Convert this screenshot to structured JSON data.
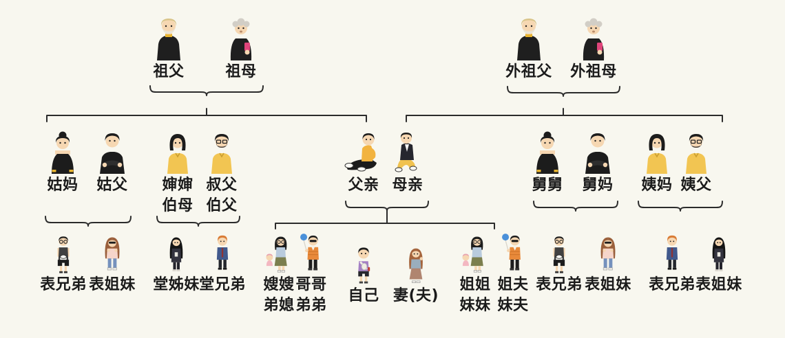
{
  "diagram": "chinese-family-relations-tree",
  "palette": {
    "background": "#f8f7ef",
    "line": "#2b2b2b",
    "text": "#1b1b1b",
    "skin": "#f6d7b2",
    "shirt_yellow": "#f2c552",
    "sweater_black": "#1f1f1f",
    "polo_orange": "#e8893a",
    "phone_pink": "#e0457b",
    "balloon_blue": "#4a90d9",
    "jeans_blue": "#7591bd",
    "hair_orange": "#d97b35",
    "hair_brown": "#9a5f3b"
  },
  "generations": {
    "grandparents": [
      {
        "label": "祖父",
        "icon": "grandfather-icon"
      },
      {
        "label": "祖母",
        "icon": "grandmother-icon"
      },
      {
        "label": "外祖父",
        "icon": "grandfather-icon"
      },
      {
        "label": "外祖母",
        "icon": "grandmother-icon"
      }
    ],
    "parents": [
      {
        "label": "姑妈",
        "icon": "woman-bun-icon"
      },
      {
        "label": "姑父",
        "icon": "man-crossed-arms-icon"
      },
      {
        "label": "婶婶\n伯母",
        "icon": "woman-bob-yellow-icon"
      },
      {
        "label": "叔父\n伯父",
        "icon": "man-beard-glasses-icon"
      },
      {
        "label": "父亲",
        "icon": "father-sitting-icon"
      },
      {
        "label": "母亲",
        "icon": "mother-sitting-icon"
      },
      {
        "label": "舅舅",
        "icon": "woman-bun-icon"
      },
      {
        "label": "舅妈",
        "icon": "man-crossed-arms-icon"
      },
      {
        "label": "姨妈",
        "icon": "woman-bob-yellow-icon"
      },
      {
        "label": "姨父",
        "icon": "man-beard-glasses-icon"
      }
    ],
    "children": [
      {
        "label": "表兄弟",
        "icon": "boy-volleyball-icon"
      },
      {
        "label": "表姐妹",
        "icon": "girl-sunglasses-icon"
      },
      {
        "label": "堂姊妹",
        "icon": "woman-long-dark-hair-icon"
      },
      {
        "label": "堂兄弟",
        "icon": "man-orange-hair-icon"
      },
      {
        "label": "嫂嫂\n弟媳",
        "icon": "woman-with-baby-icon"
      },
      {
        "label": "哥哥\n弟弟",
        "icon": "man-orange-polo-balloon-icon"
      },
      {
        "label": "自己",
        "icon": "self-boy-icon"
      },
      {
        "label": "妻(夫)",
        "icon": "wife-icon"
      },
      {
        "label": "姐姐\n妹妹",
        "icon": "woman-with-baby-icon"
      },
      {
        "label": "姐夫\n妹夫",
        "icon": "man-orange-polo-balloon-icon"
      },
      {
        "label": "表兄弟",
        "icon": "boy-volleyball-icon"
      },
      {
        "label": "表姐妹",
        "icon": "girl-sunglasses-icon"
      },
      {
        "label": "表兄弟",
        "icon": "man-orange-hair-icon"
      },
      {
        "label": "表姐妹",
        "icon": "woman-long-dark-hair-icon"
      }
    ]
  }
}
